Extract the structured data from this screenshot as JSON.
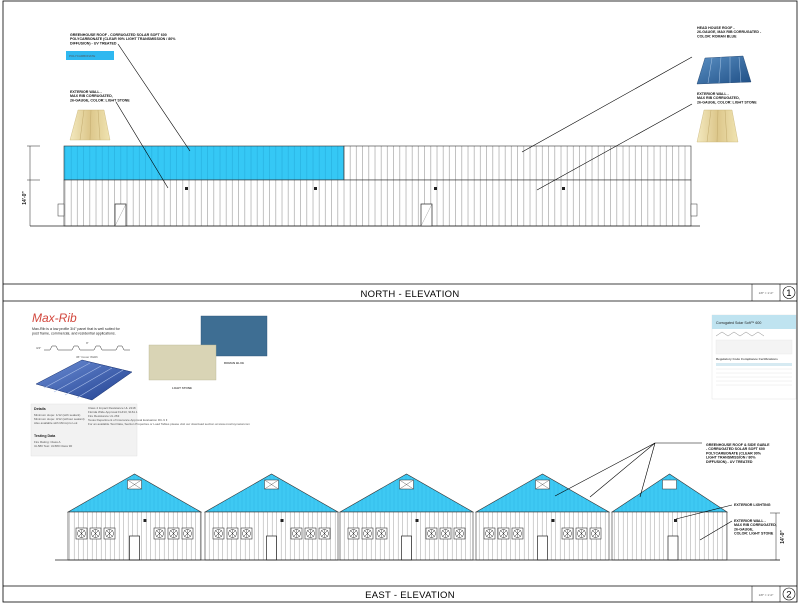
{
  "north": {
    "title": "NORTH - ELEVATION",
    "scale": "1/8\" = 1'-0\"",
    "number": "1",
    "height_dim": "14'-0\"",
    "callouts": {
      "greenhouse_roof": [
        "GREENHOUSE ROOF - CORRUGATED SOLAR SOFT 600",
        "POLYCARBONATE (CLEAR 90% LIGHT TRANSMISSION / 80%",
        "DIFFUSION) - UV TREATED"
      ],
      "exterior_wall_left": [
        "EXTERIOR WALL -",
        "MAX RIB CORRUGATED,",
        "26-GAUGE, COLOR: LIGHT STONE"
      ],
      "head_house_roof": [
        "HEAD HOUSE ROOF -",
        "26-GAUGE, MAX RIB CORRUGATED -",
        "COLOR: ROMAN BLUE"
      ],
      "exterior_wall_right": [
        "EXTERIOR WALL -",
        "MAX RIB CORRUGATED,",
        "26-GAUGE, COLOR: LIGHT STONE"
      ]
    },
    "swatch_caption": "POLYCARBONATE"
  },
  "east": {
    "title": "EAST - ELEVATION",
    "scale": "1/8\" = 1'-0\"",
    "number": "2",
    "height_dim": "14'-0\"",
    "callouts": {
      "greenhouse_roof": [
        "GREENHOUSE ROOF & SIDE GABLE",
        "- CORRUGATED SOLAR SOFT 600",
        "POLYCARBONATE (CLEAR 90%",
        "LIGHT TRANSMISSION / 80%",
        "DIFFUSION) - UV TREATED"
      ],
      "exterior_lighting": [
        "EXTERIOR LIGHTING"
      ],
      "exterior_wall": [
        "EXTERIOR WALL -",
        "MAX RIB CORRUGATED,",
        "26-GAUGE,",
        "COLOR: LIGHT STONE"
      ]
    }
  },
  "product": {
    "brand": "Max-Rib",
    "intro": [
      "Max-Rib is a low profile 3/4\" panel that is well suited for",
      "post frame, commercial, and residential applications."
    ],
    "coverage": "36\" Cover Width",
    "rib_dim": "3/4\"",
    "rib_spacing": "9\"",
    "details_title": "Details",
    "details_left": [
      "Minimum slope: 1/12 (with sealant)",
      "Minimum slope: 3/12 (without sealant)",
      "Also available with Mirrorpro Lok"
    ],
    "details_right": [
      "Class 4 Impact Resistance UL 2218",
      "Florida Wide Approval FL#13, 9161.1",
      "Fire Resistance UL 263",
      "Texas Department of Insurance Approval Evaluation RC-9 II",
      "For an available Test Data, Section Properties or Load Tables please visit our download section at www.mcelroymetal.com"
    ],
    "testing_title": "Testing Data",
    "testing_items": [
      "Fire Rating: Class A",
      "UL580 Test: UL580 Class 90"
    ]
  },
  "swatches": [
    {
      "name": "ROMAN BLUE",
      "color": "#3e6e93"
    },
    {
      "name": "LIGHT STONE",
      "color": "#d9d4b5"
    }
  ],
  "spec": {
    "title": "Corrugated Solar Soft™ 600",
    "heading": "Regulatory Code Compliance Certifications"
  },
  "colors": {
    "polycarbonate": "#35c8f5",
    "roman_blue": "#3e6e93",
    "light_stone": "#e7dcae"
  }
}
